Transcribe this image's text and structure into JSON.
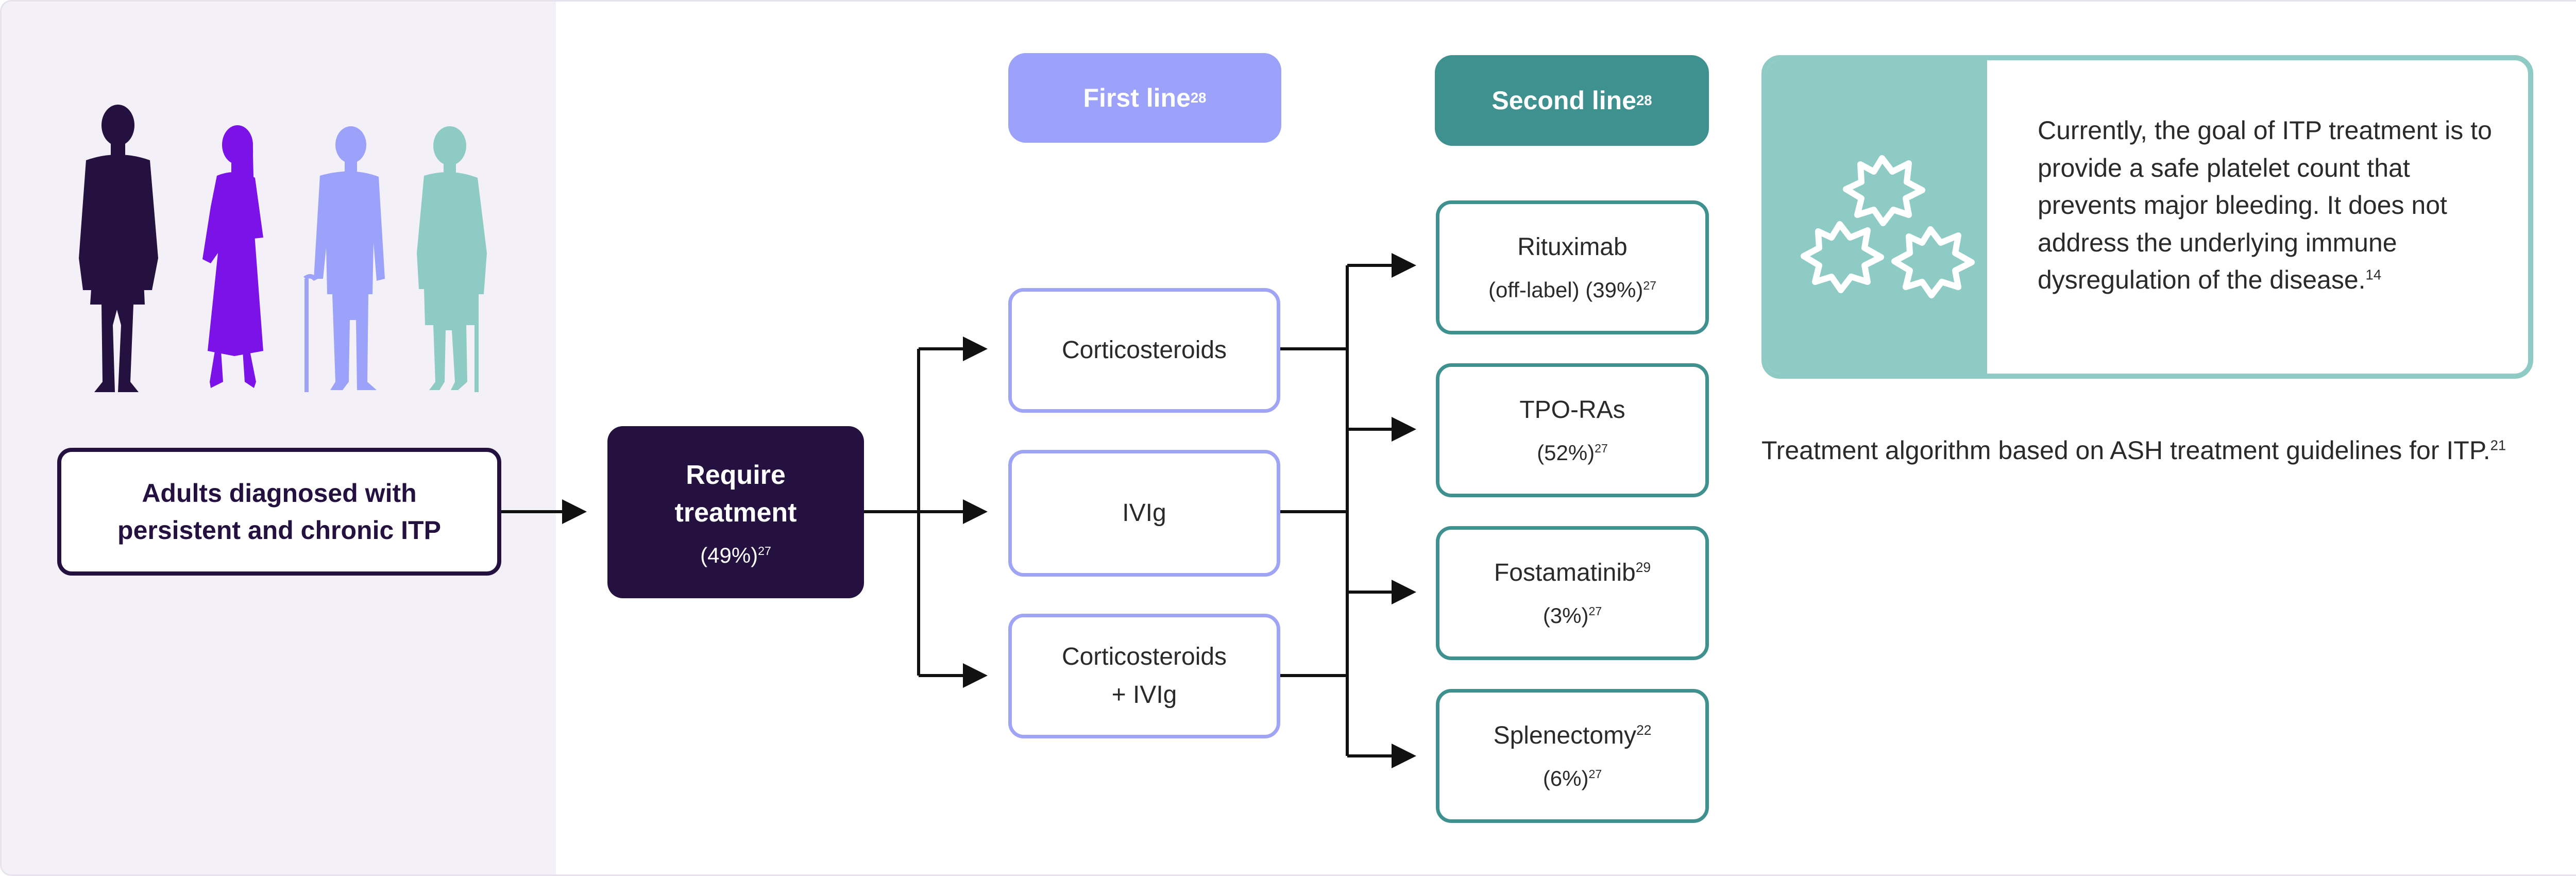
{
  "population": {
    "label_line1": "Adults diagnosed with",
    "label_line2": "persistent and chronic ITP",
    "figures": [
      "man-silhouette",
      "woman-silhouette",
      "elderly-man-silhouette",
      "elderly-woman-silhouette"
    ]
  },
  "require": {
    "line1": "Require",
    "line2": "treatment",
    "percent": "(49%)",
    "ref": "27"
  },
  "first_line": {
    "header": "First line",
    "header_ref": "28",
    "options": [
      {
        "line1": "Corticosteroids",
        "line2": ""
      },
      {
        "line1": "IVIg",
        "line2": ""
      },
      {
        "line1": "Corticosteroids",
        "line2": "+ IVIg"
      }
    ]
  },
  "second_line": {
    "header": "Second line",
    "header_ref": "28",
    "options": [
      {
        "name": "Rituximab",
        "name_ref": "",
        "detail": "(off-label) (39%)",
        "detail_ref": "27"
      },
      {
        "name": "TPO-RAs",
        "name_ref": "",
        "detail": "(52%)",
        "detail_ref": "27"
      },
      {
        "name": "Fostamatinib",
        "name_ref": "29",
        "detail": "(3%)",
        "detail_ref": "27"
      },
      {
        "name": "Splenectomy",
        "name_ref": "22",
        "detail": "(6%)",
        "detail_ref": "27"
      }
    ]
  },
  "info": {
    "icon": "platelets-icon",
    "text": "Currently, the goal of ITP treatment is to provide a safe platelet count that prevents major bleeding. It does not address the underlying immune dysregulation of the disease.",
    "ref": "14"
  },
  "caption": {
    "text": "Treatment algorithm based on ASH treatment guidelines for ITP.",
    "ref": "21"
  },
  "colors": {
    "dark_purple": "#241140",
    "violet": "#7b12e8",
    "periwinkle": "#9ca2f9",
    "teal": "#3f918f",
    "mint": "#8fcbc5",
    "panel_bg": "#f3f1f7"
  }
}
